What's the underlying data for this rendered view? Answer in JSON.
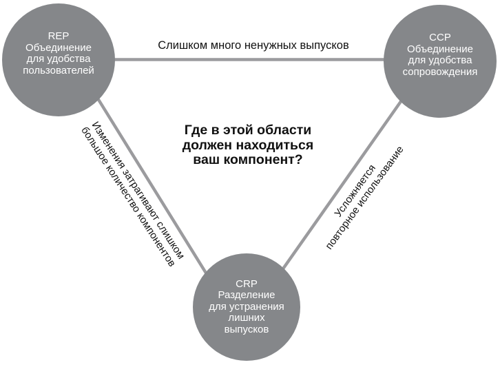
{
  "diagram": {
    "center_question": {
      "lines": [
        "Где в этой области",
        "должен находиться",
        "ваш компонент?"
      ]
    },
    "nodes": {
      "rep": {
        "lines": [
          "REP",
          "Объединение",
          "для удобства",
          "пользователей"
        ]
      },
      "ccp": {
        "lines": [
          "CCP",
          "Объединение",
          "для удобства",
          "сопровождения"
        ]
      },
      "crp": {
        "lines": [
          "CRP",
          "Разделение",
          "для устранения",
          "лишних",
          "выпусков"
        ]
      }
    },
    "edges": {
      "rep_ccp": {
        "label": "Слишком много ненужных выпусков"
      },
      "rep_crp": {
        "lines": [
          "Изменения затрагивают слишком",
          "большое количество компонентов"
        ]
      },
      "ccp_crp": {
        "lines": [
          "Усложняется",
          "повторное использование"
        ]
      }
    },
    "colors": {
      "node_fill": "#85878a",
      "node_text": "#ffffff",
      "edge_stroke": "#9b9b9e",
      "label_text": "#111111",
      "background": "#ffffff"
    }
  }
}
